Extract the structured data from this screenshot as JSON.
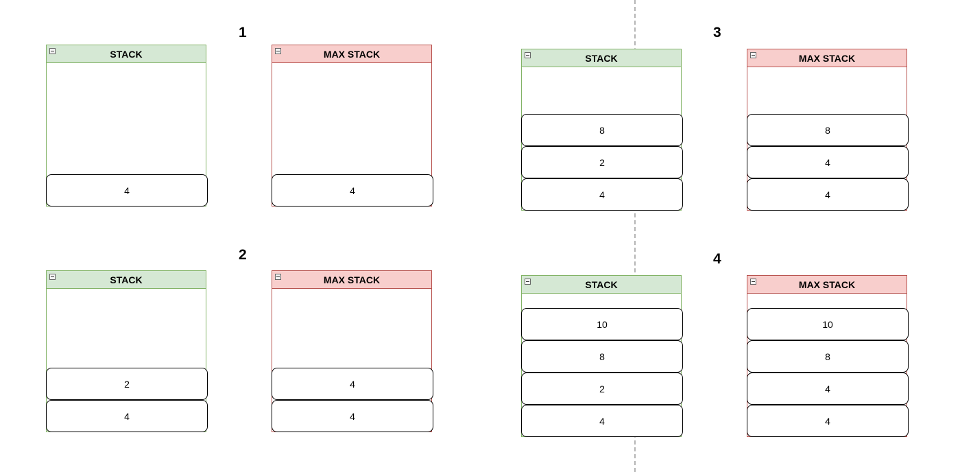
{
  "steps": [
    {
      "label": "1",
      "stack": {
        "title": "STACK",
        "items": [
          "4"
        ]
      },
      "max_stack": {
        "title": "MAX STACK",
        "items": [
          "4"
        ]
      }
    },
    {
      "label": "2",
      "stack": {
        "title": "STACK",
        "items": [
          "2",
          "4"
        ]
      },
      "max_stack": {
        "title": "MAX STACK",
        "items": [
          "4",
          "4"
        ]
      }
    },
    {
      "label": "3",
      "stack": {
        "title": "STACK",
        "items": [
          "8",
          "2",
          "4"
        ]
      },
      "max_stack": {
        "title": "MAX STACK",
        "items": [
          "8",
          "4",
          "4"
        ]
      }
    },
    {
      "label": "4",
      "stack": {
        "title": "STACK",
        "items": [
          "10",
          "8",
          "2",
          "4"
        ]
      },
      "max_stack": {
        "title": "MAX STACK",
        "items": [
          "10",
          "8",
          "4",
          "4"
        ]
      }
    }
  ],
  "colors": {
    "stack_fill": "#d5e8d4",
    "stack_stroke": "#82b366",
    "max_fill": "#f8cecc",
    "max_stroke": "#b85450",
    "divider": "#b5b5b5"
  }
}
